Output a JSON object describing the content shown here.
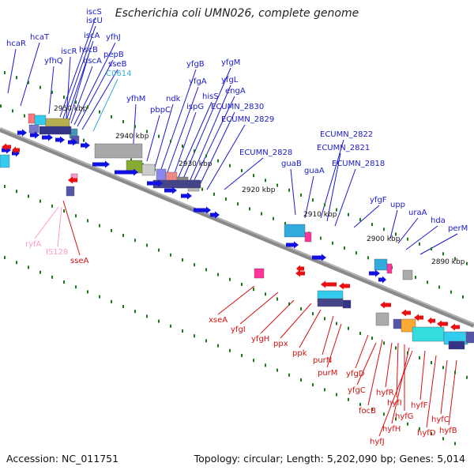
{
  "title": "Escherichia coli UMN026, complete genome",
  "footer": {
    "accession": "Accession: NC_011751",
    "summary": "Topology: circular; Length: 5,202,090 bp; Genes: 5,014"
  },
  "colors": {
    "forward_label": "#1a1acc",
    "forward_arrow": "#1010e0",
    "reverse_label": "#d41010",
    "reverse_arrow": "#e81010",
    "rna_label": "#ff99cc",
    "pseudo_label": "#33aadd",
    "backbone": "#777777",
    "tick": "#1a7a1a"
  },
  "scale_ticks": [
    "2950 kbp",
    "2940 kbp",
    "2930 kbp",
    "2920 kbp",
    "2910 kbp",
    "2900 kbp",
    "2890 kbp"
  ],
  "forward_genes": [
    "hcaR",
    "hcaT",
    "yfhQ",
    "iscS",
    "iscU",
    "iscR",
    "iscA",
    "hscB",
    "hscA",
    "yfhJ",
    "pepB",
    "sseB",
    "C0614",
    "yfhM",
    "pbpC",
    "ndk",
    "yfgB",
    "yfgA",
    "ispG",
    "hisS",
    "yfgM",
    "yfgL",
    "engA",
    "ECUMN_2830",
    "ECUMN_2829",
    "ECUMN_2828",
    "guaB",
    "guaA",
    "ECUMN_2822",
    "ECUMN_2821",
    "ECUMN_2818",
    "yfgF",
    "upp",
    "uraA",
    "hda",
    "perM"
  ],
  "reverse_genes": [
    "ryfA",
    "IS128",
    "sseA",
    "xseA",
    "yfgI",
    "yfgH",
    "ppx",
    "ppk",
    "purN",
    "purM",
    "yfgD",
    "yfgC",
    "focB",
    "hyfR",
    "hyfI",
    "hyfG",
    "hyfH",
    "hyfJ",
    "hyfF",
    "hyfD",
    "hyfC",
    "hyfB"
  ]
}
